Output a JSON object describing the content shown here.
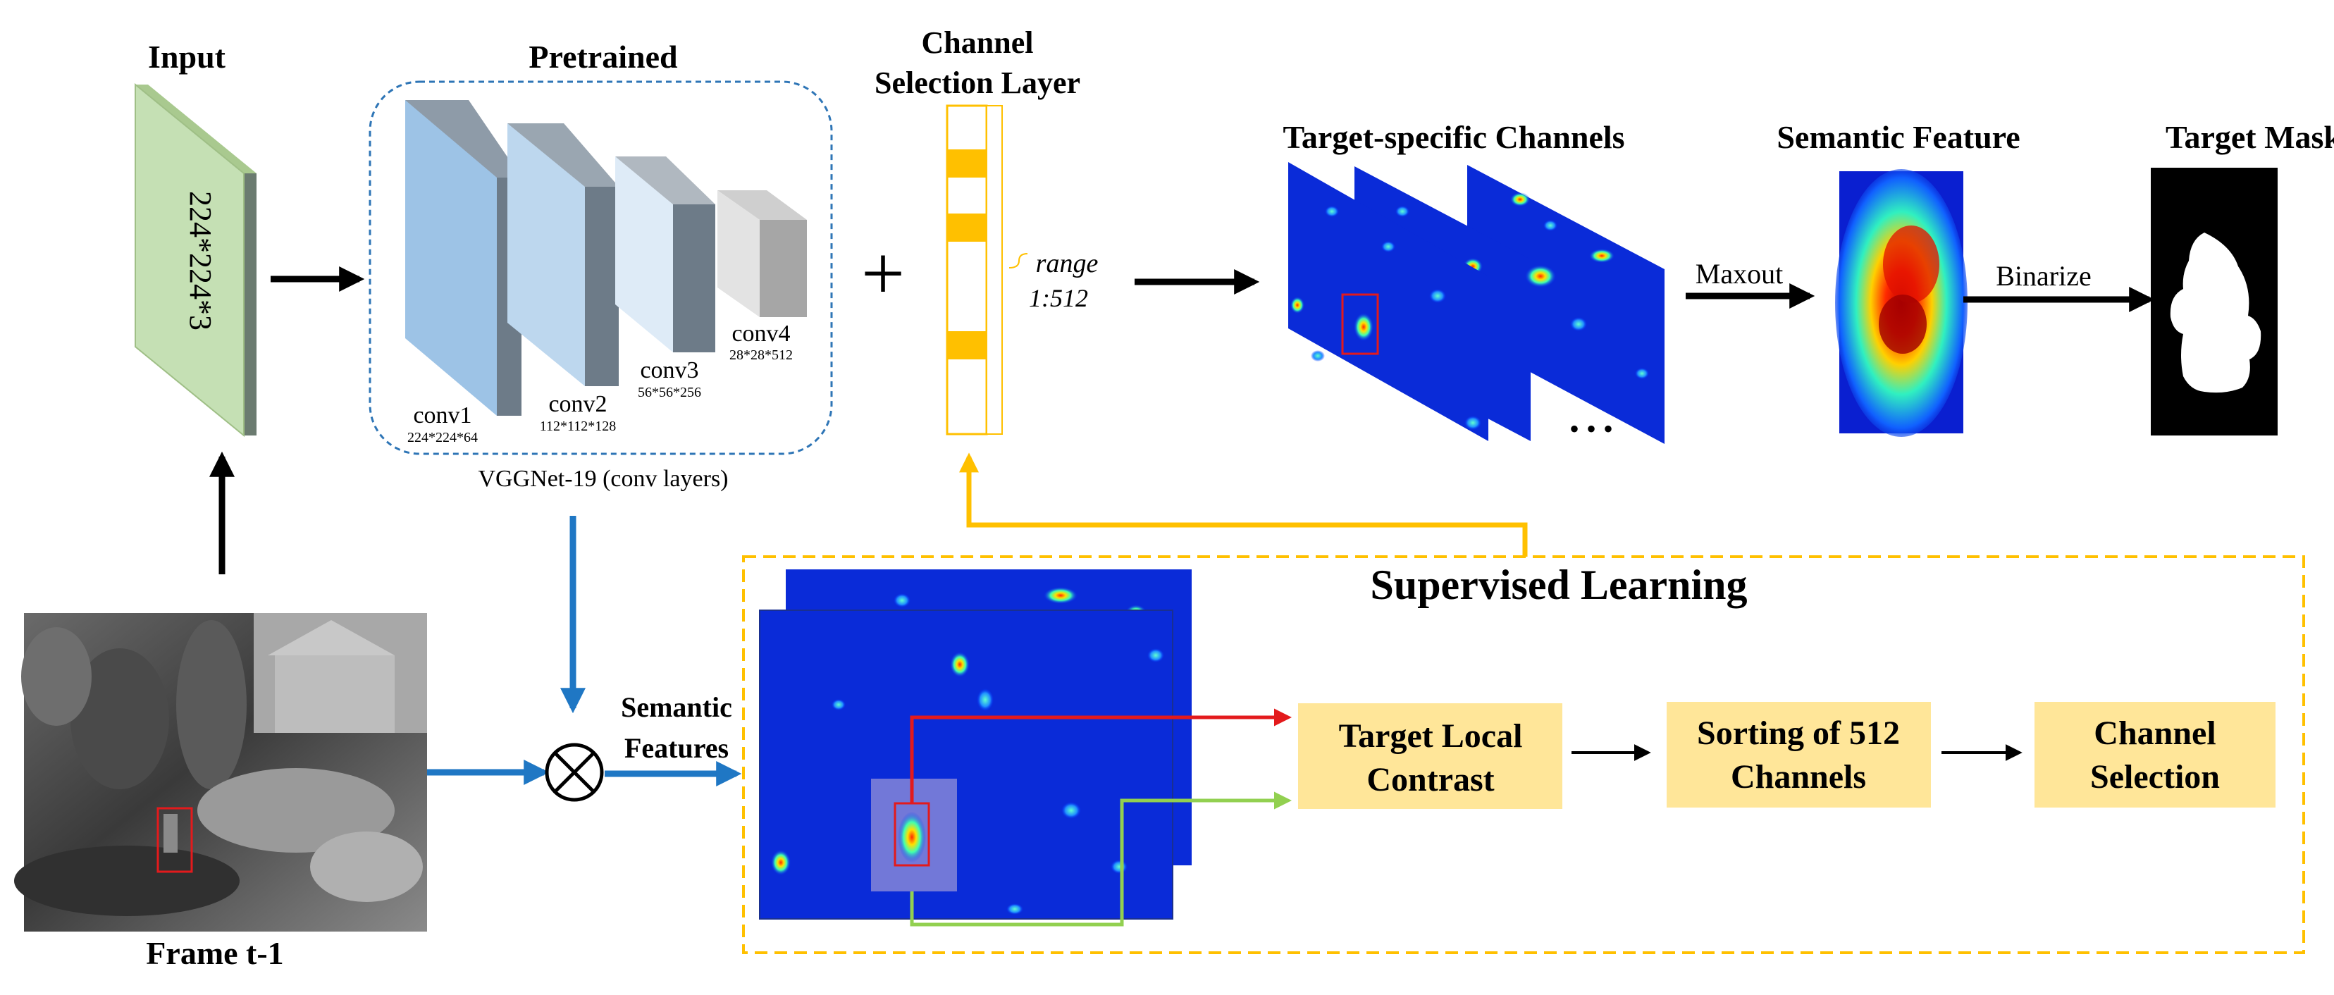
{
  "labels": {
    "input": "Input",
    "input_dims": "224*224*3",
    "pretrained": "Pretrained",
    "conv1": "conv1",
    "conv1_dims": "224*224*64",
    "conv2": "conv2",
    "conv2_dims": "112*112*128",
    "conv3": "conv3",
    "conv3_dims": "56*56*256",
    "conv4": "conv4",
    "conv4_dims": "28*28*512",
    "vgg": "VGGNet-19 (conv layers)",
    "plus": "+",
    "channel_selection_line1": "Channel",
    "channel_selection_line2": "Selection Layer",
    "range_line1": "range",
    "range_line2": "1:512",
    "target_specific": "Target-specific Channels",
    "ellipsis": "• • •",
    "maxout": "Maxout",
    "semantic_feature": "Semantic Feature",
    "binarize": "Binarize",
    "target_mask": "Target Mask",
    "frame": "Frame t-1",
    "semantic_features_line1": "Semantic",
    "semantic_features_line2": "Features",
    "supervised": "Supervised Learning",
    "box_tlc_line1": "Target Local",
    "box_tlc_line2": "Contrast",
    "box_sort_line1": "Sorting of 512",
    "box_sort_line2": "Channels",
    "box_cs_line1": "Channel",
    "box_cs_line2": "Selection"
  },
  "colors": {
    "input_front": "#c5e0b4",
    "conv1": "#9dc3e6",
    "conv2": "#bdd7ee",
    "conv3": "#deebf7",
    "conv4": "#d9d9d9",
    "dashed_blue": "#2e75b6",
    "arrow_blue": "#1f77c4",
    "yellow": "#ffc000",
    "box_fill": "#ffe699",
    "red": "#e31a1c",
    "green": "#92d050"
  }
}
